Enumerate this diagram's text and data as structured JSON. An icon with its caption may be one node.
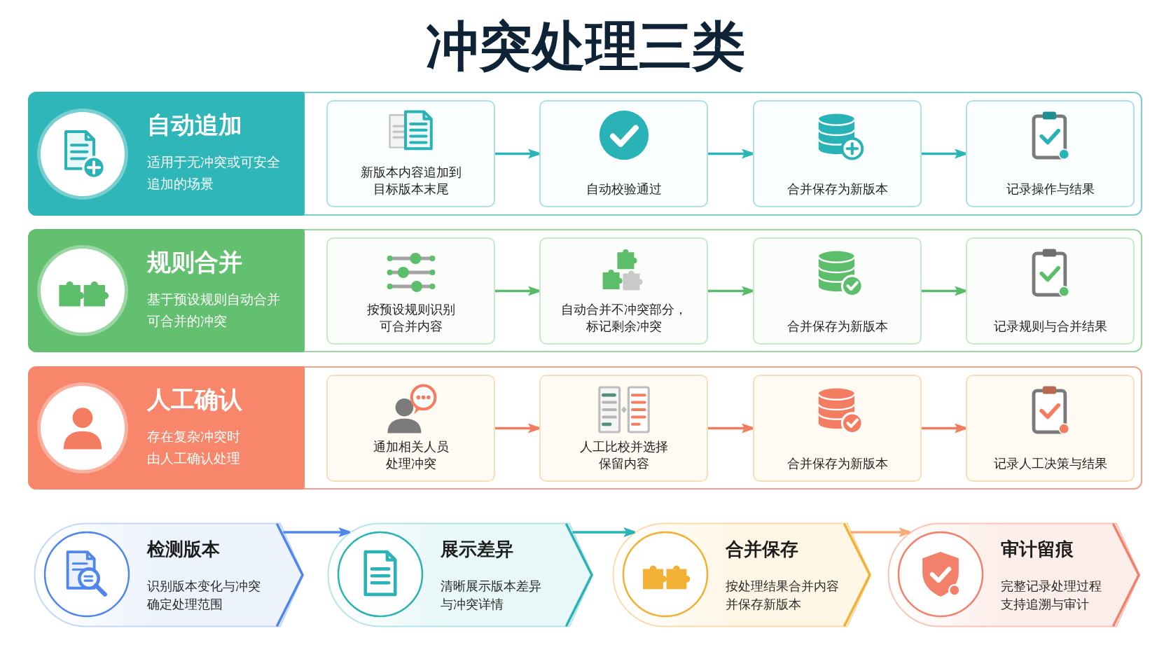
{
  "diagram": {
    "title": "冲突处理三类",
    "nodes": [
      {
        "text": [
          "自动追加",
          "适用于无冲突或可安全追加的场景"
        ]
      },
      {
        "text": [
          "新版本内容追加到目标版本末尾"
        ],
        "in": 0
      },
      {
        "text": [
          "自动校验通过"
        ],
        "in": 0
      },
      {
        "text": [
          "合并保存为新版本"
        ],
        "in": 0
      },
      {
        "text": [
          "记录操作与结果"
        ],
        "in": 0
      },
      {
        "text": [
          "规则合并",
          "基于预设规则自动合并可合并的冲突"
        ]
      },
      {
        "text": [
          "按预设规则识别可合并内容"
        ],
        "in": 5
      },
      {
        "text": [
          "自动合并不冲突部分，标记剩余冲突"
        ],
        "in": 5
      },
      {
        "text": [
          "合并保存为新版本"
        ],
        "in": 5
      },
      {
        "text": [
          "记录规则与合并结果"
        ],
        "in": 5
      },
      {
        "text": [
          "人工确认",
          "存在复杂冲突时由人工确认处理"
        ]
      },
      {
        "text": [
          "通加相关人员处理冲突"
        ],
        "in": 10
      },
      {
        "text": [
          "人工比校并选择保留内容"
        ],
        "in": 10
      },
      {
        "text": [
          "合并保存为新版本"
        ],
        "in": 10
      },
      {
        "text": [
          "记录人工决策与结果"
        ],
        "in": 10
      },
      {
        "text": [
          "检测版本",
          "识别版本变化与冲突确定处理范围"
        ]
      },
      {
        "text": [
          "展示差异",
          "清晰展示版本差异与冲突详情"
        ]
      },
      {
        "text": [
          "合并保存",
          "按处理结果合并内容并保存新版本"
        ]
      },
      {
        "text": [
          "审计留痕",
          "完整记录处理过程支持追溯与审计"
        ]
      }
    ],
    "edges": [
      {
        "from": 1,
        "to": 2,
        "arrow": "to",
        "color": "#2cb4b7"
      },
      {
        "from": 2,
        "to": 3,
        "arrow": "to",
        "color": "#2cb4b7"
      },
      {
        "from": 3,
        "to": 4,
        "arrow": "to",
        "color": "#2cb4b7"
      },
      {
        "from": 6,
        "to": 7,
        "arrow": "to",
        "color": "#58bb69"
      },
      {
        "from": 7,
        "to": 8,
        "arrow": "to",
        "color": "#58bb69"
      },
      {
        "from": 8,
        "to": 9,
        "arrow": "to",
        "color": "#58bb69"
      },
      {
        "from": 11,
        "to": 12,
        "arrow": "to",
        "color": "#f27a5f"
      },
      {
        "from": 12,
        "to": 13,
        "arrow": "to",
        "color": "#f27a5f"
      },
      {
        "from": 13,
        "to": 14,
        "arrow": "to",
        "color": "#f27a5f"
      },
      {
        "from": 15,
        "to": 16,
        "arrow": "to",
        "color": "#4f86ec"
      },
      {
        "from": 16,
        "to": 17,
        "arrow": "to",
        "color": "#2ab3b6"
      },
      {
        "from": 17,
        "to": 18,
        "arrow": "to",
        "color": "#f5ad78"
      }
    ]
  }
}
